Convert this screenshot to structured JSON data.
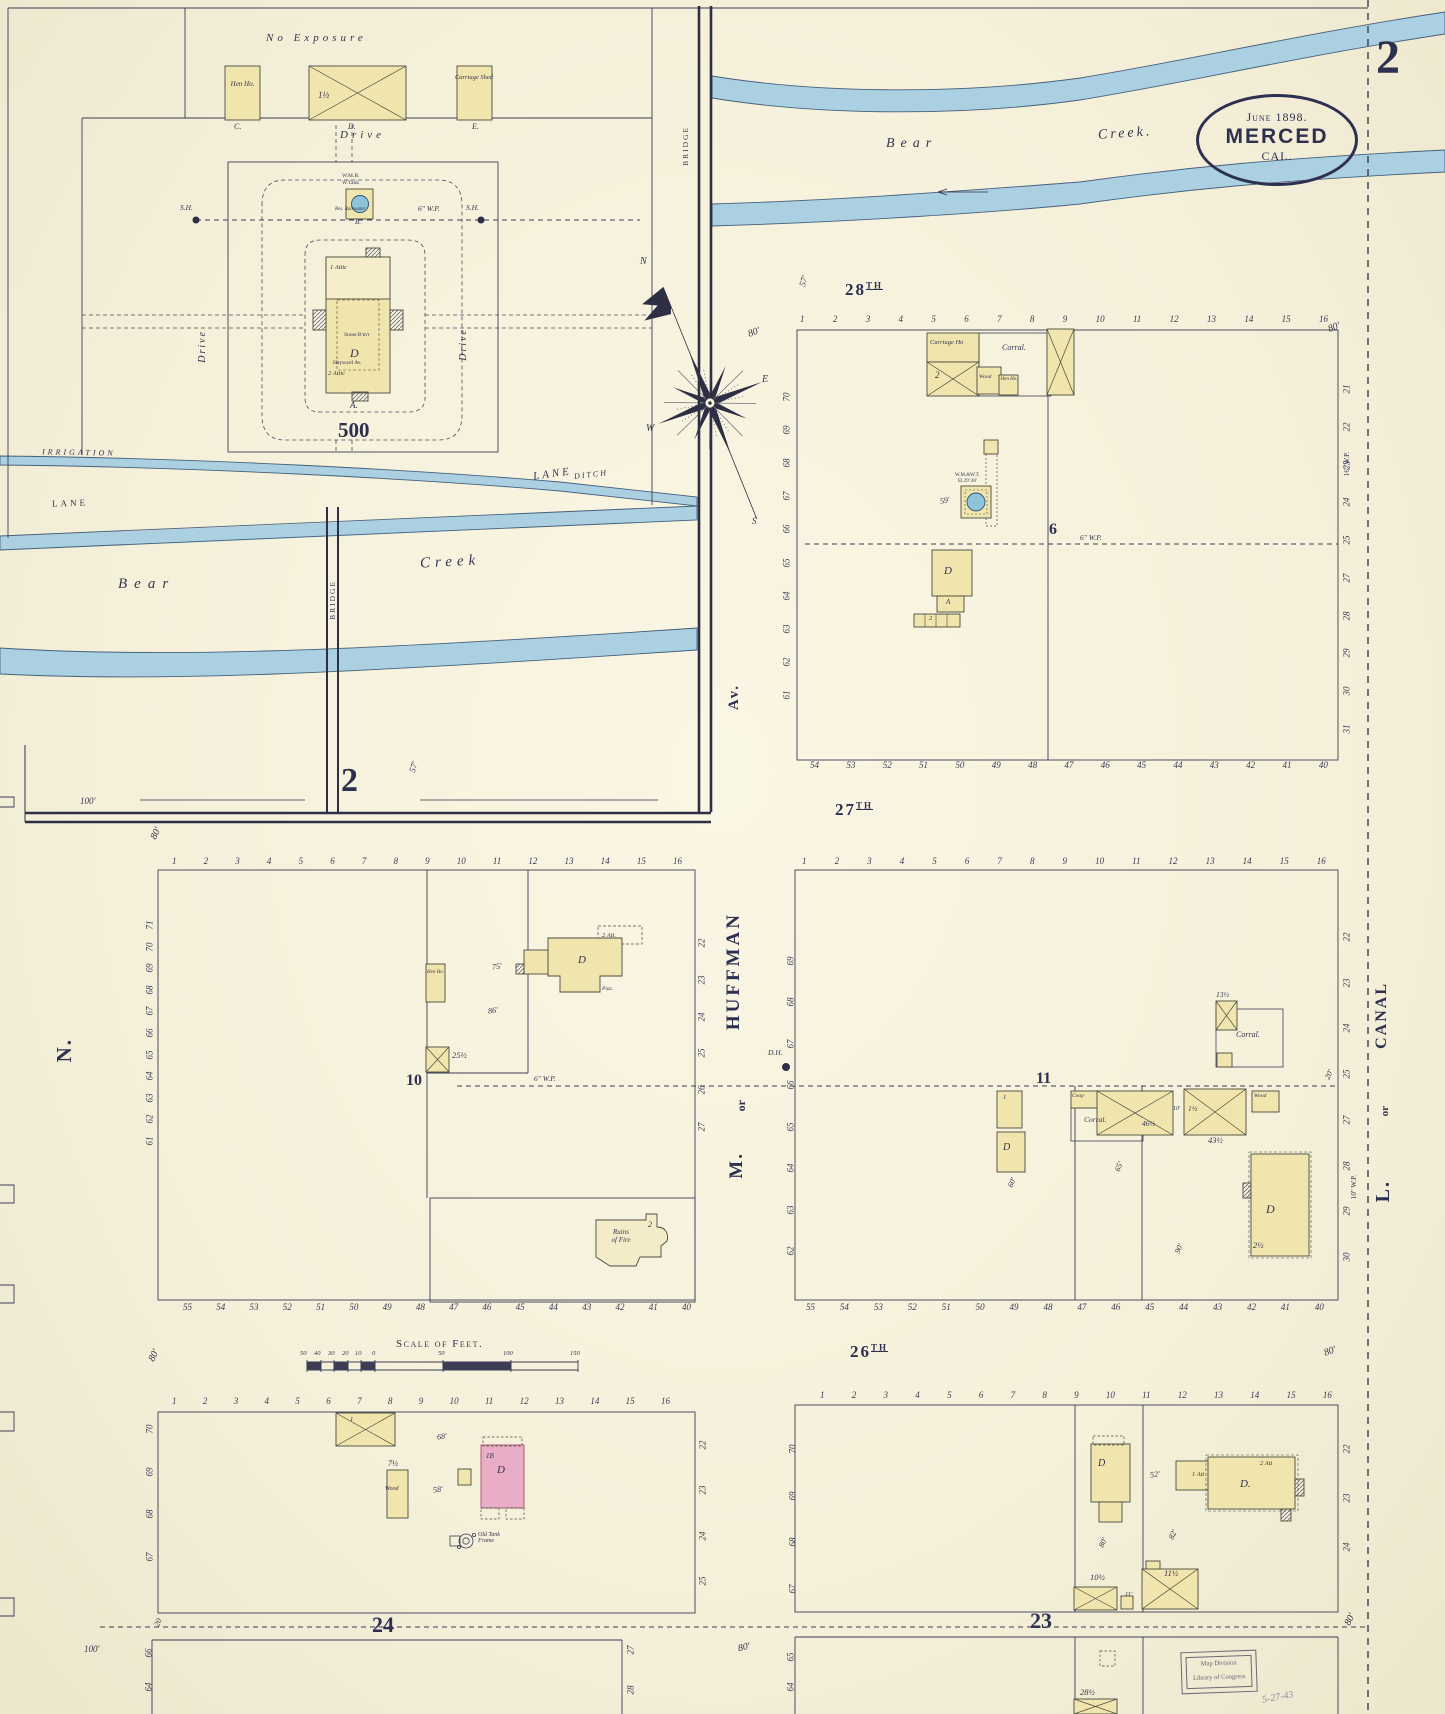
{
  "page": {
    "number": "2",
    "stamp_line1": "Map Division",
    "stamp_line2": "Library of Congress",
    "handwriting": "5-27-43"
  },
  "title": {
    "date": "June 1898.",
    "city": "MERCED",
    "state": "CAL."
  },
  "compass": {
    "n": "N",
    "s": "S",
    "e": "E",
    "w": "W"
  },
  "scale": {
    "title": "Scale of Feet.",
    "ticks": [
      "50",
      "40",
      "30",
      "20",
      "10",
      "0",
      "50",
      "100",
      "150"
    ]
  },
  "streets": {
    "st28_num": "28",
    "st27_num": "27",
    "st26_num": "26",
    "ordinal": "TH",
    "av": "Av.",
    "huffman": "HUFFMAN",
    "or_left": "or",
    "m": "M.",
    "n_street": "N.",
    "canal": "CANAL",
    "or_right": "or",
    "l_street": "L.",
    "bridge_top": "BRIDGE",
    "bridge_lower": "BRIDGE"
  },
  "creek": {
    "bear_top": "Bear",
    "creek_top": "Creek.",
    "bear_lower": "Bear",
    "creek_lower": "Creek",
    "irrigation": "IRRIGATION",
    "ditch": "DITCH",
    "lane_left": "LANE",
    "lane_right": "LANE"
  },
  "dims": {
    "d80": "80'",
    "d100": "100'",
    "d57": "57'",
    "d59": "59'",
    "d75": "75'",
    "d86": "86'",
    "d68": "68'",
    "d58": "58'",
    "d52": "52'",
    "d82": "82'",
    "d65": "65'",
    "d90": "90'",
    "d60": "60'",
    "d20ft": "20'",
    "d20": "20",
    "d10ft": "10'",
    "d11ft": "11'",
    "wp6": "6\" W.P.",
    "wp16": "16\" W.P.",
    "wp10": "10\" W.P."
  },
  "estate": {
    "no_exposure": "No  Exposure",
    "hen_house": "Hen Ho.",
    "c": "C.",
    "barn_h": "1½",
    "d_letter": "D.",
    "carriage_shed": "Carriage Shed",
    "e": "E.",
    "drive_top": "Drive",
    "drive_left": "Drive",
    "drive_right": "Drive",
    "tank_l1": "W.M.B.",
    "tank_l2": "W.Tank",
    "tank_sub": "Res. Rainwater",
    "b": "B.",
    "sh": "S.H.",
    "attic1": "1 Attic",
    "attic2": "2 Attic",
    "stone": "Stone B'm't",
    "house_d": "D",
    "hayward": "Hayward Av.",
    "a": "A.",
    "lot_number": "500",
    "block_number": "2"
  },
  "block6": {
    "number": "6",
    "carriage_house": "Carriage Ho",
    "barn2": "2",
    "wood": "Wood",
    "hen_house": "Hen Ho.",
    "corral": "Corral.",
    "tank_l1": "W.M.&W.T.",
    "tank_l2": "El.29'.30'",
    "house_d": "D",
    "house_a": "A",
    "sheds2": "2"
  },
  "block10": {
    "number": "10",
    "hen_house": "Hen Ho.",
    "d25": "25½",
    "house_d": "D",
    "att2": "2 Att.",
    "piazza": "Piaz.",
    "ruins_1": "Ruins",
    "ruins_2": "of Fire",
    "ruins_h": "2",
    "dh": "D.H."
  },
  "block11": {
    "number": "11",
    "d13": "13½",
    "corral_top": "Corral.",
    "coop": "Coop",
    "corral_left": "Corral.",
    "d46": "46½",
    "h1half": "1½",
    "d43": "43½",
    "wood": "Wood",
    "house1": "1",
    "house_d_small": "D",
    "house_d_big": "D",
    "d2half": "2½"
  },
  "block24": {
    "number": "24",
    "barn1": "1",
    "d7half": "7½",
    "wood": "Wood",
    "brick": "1B",
    "house_d": "D",
    "tank_1": "Old Tank",
    "tank_2": "Frame"
  },
  "block23": {
    "number": "23",
    "house_d1": "D",
    "att1": "1 Att",
    "att2": "2 Att",
    "house_d2": "D.",
    "d10half": "10½",
    "d11half": "11½"
  },
  "strip": {
    "d28half": "28½"
  },
  "lots": {
    "top_1_16": [
      "1",
      "2",
      "3",
      "4",
      "5",
      "6",
      "7",
      "8",
      "9",
      "10",
      "11",
      "12",
      "13",
      "14",
      "15",
      "16"
    ],
    "b6_bottom": [
      "54",
      "53",
      "52",
      "51",
      "50",
      "49",
      "48",
      "47",
      "46",
      "45",
      "44",
      "43",
      "42",
      "41",
      "40"
    ],
    "bottom_55_40": [
      "55",
      "54",
      "53",
      "52",
      "51",
      "50",
      "49",
      "48",
      "47",
      "46",
      "45",
      "44",
      "43",
      "42",
      "41",
      "40"
    ],
    "b6_left": [
      "70",
      "69",
      "68",
      "67",
      "66",
      "65",
      "64",
      "63",
      "62",
      "61"
    ],
    "b6_right": [
      "21",
      "22",
      "23",
      "24",
      "25",
      "27",
      "28",
      "29",
      "30",
      "31"
    ],
    "b10_left": [
      "71",
      "70",
      "69",
      "68",
      "67",
      "66",
      "65",
      "64",
      "63",
      "62",
      "61"
    ],
    "b10_right": [
      "22",
      "23",
      "24",
      "25",
      "26",
      "27"
    ],
    "b11_left": [
      "69",
      "68",
      "67",
      "66",
      "65",
      "64",
      "63",
      "62"
    ],
    "b11_right": [
      "22",
      "23",
      "24",
      "25",
      "27",
      "28",
      "29",
      "30"
    ],
    "b24_left": [
      "70",
      "69",
      "68",
      "67"
    ],
    "b24_right": [
      "22",
      "23",
      "24",
      "25"
    ],
    "b23_left": [
      "70",
      "69",
      "68",
      "67"
    ],
    "b23_right": [
      "22",
      "23",
      "24"
    ],
    "strip_ll": [
      "66",
      "64"
    ],
    "strip_lr": [
      "27",
      "28"
    ],
    "strip_rl": [
      "65",
      "64"
    ]
  }
}
